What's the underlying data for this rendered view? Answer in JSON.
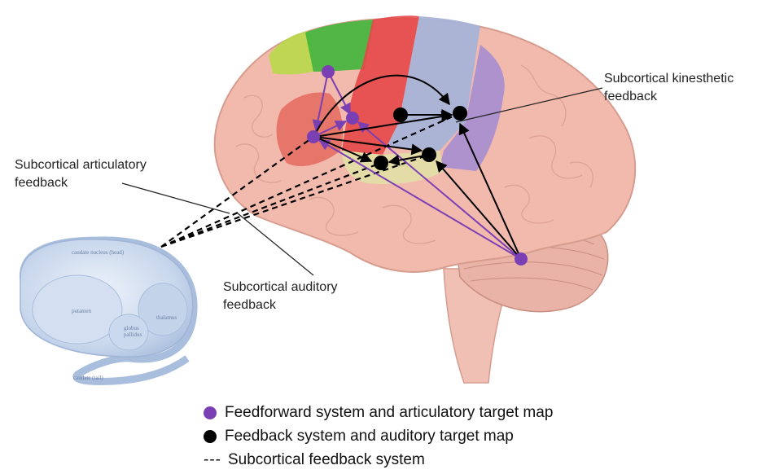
{
  "labels": {
    "kinesthetic": "Subcortical kinesthetic\nfeedback",
    "articulatory": "Subcortical articulatory\nfeedback",
    "auditory": "Subcortical auditory\nfeedback"
  },
  "basal_ganglia_labels": {
    "caudate_head": "caudate nucleus (head)",
    "putamen": "putamen",
    "globus": "globus\npallidus",
    "thalamus": "thalamus",
    "caudate_tail": "caudate (tail)"
  },
  "legend": {
    "feedforward": "Feedforward system and articulatory target map",
    "feedback": "Feedback system and auditory target map",
    "subcortical_mark": "---",
    "subcortical": "Subcortical feedback system"
  },
  "colors": {
    "feedforward": "#7b3fb4",
    "feedback": "#000000",
    "brain": "#f2b9ad",
    "region_green_light": "#b8d94a",
    "region_green": "#3fb63a",
    "region_red": "#e54848",
    "region_blue": "#a8b3d8",
    "region_purple": "#a98fcf",
    "region_broca": "#e46a5e",
    "region_yellow": "#e2e0a6",
    "basal": "#c3d3ea"
  },
  "icons": {
    "feedforward_node": "purple-circle",
    "feedback_node": "black-circle"
  }
}
